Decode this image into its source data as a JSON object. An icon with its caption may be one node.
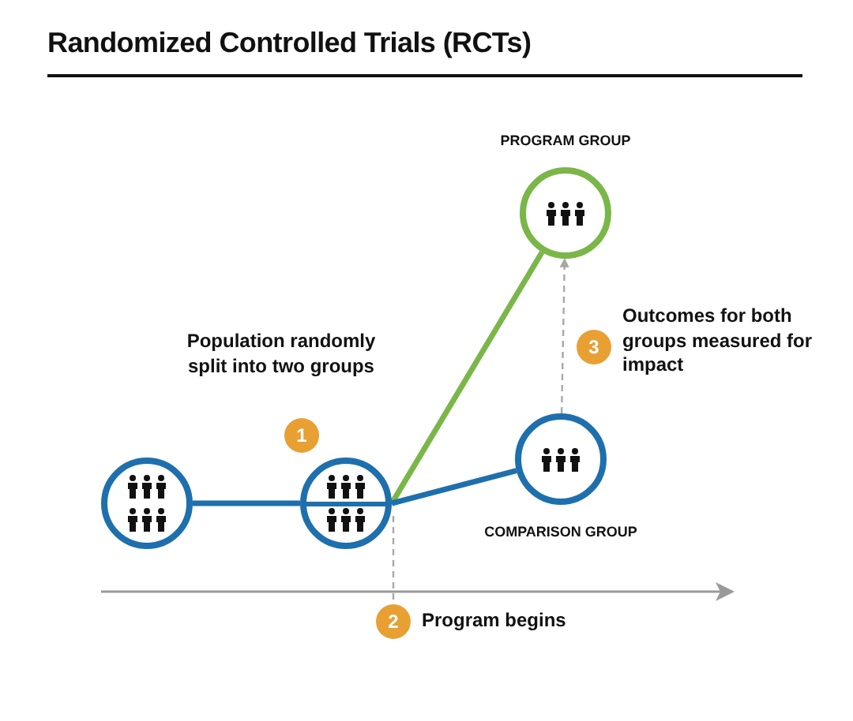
{
  "diagram": {
    "title": "Randomized Controlled Trials (RCTs)",
    "nodes": [
      {
        "text": [],
        "shape": "circle"
      },
      {
        "text": [],
        "shape": "circle"
      },
      {
        "text": [],
        "shape": "circle",
        "beside": [
          "PROGRAM GROUP"
        ]
      },
      {
        "text": [],
        "shape": "circle",
        "beside": [
          "COMPARISON GROUP"
        ]
      },
      {
        "text": [
          "1"
        ],
        "beside": [
          "Population randomly split into two groups"
        ]
      },
      {
        "text": [
          "2"
        ],
        "beside": [
          "Program begins"
        ]
      },
      {
        "text": [
          "3"
        ],
        "beside": [
          "Outcomes for both groups measured for impact"
        ]
      }
    ],
    "edges": [
      {
        "from": 0,
        "to": 1,
        "arrow": "none"
      },
      {
        "from": 1,
        "to": 2,
        "arrow": "none",
        "color": "#7ab648"
      },
      {
        "from": 1,
        "to": 3,
        "arrow": "none"
      },
      {
        "from": 3,
        "to": 2,
        "arrow": "to",
        "style": "dashed",
        "color": "#a8a8a8"
      },
      {
        "from": 1,
        "to": 5,
        "arrow": "none",
        "style": "dashed",
        "color": "#a8a8a8"
      }
    ]
  }
}
